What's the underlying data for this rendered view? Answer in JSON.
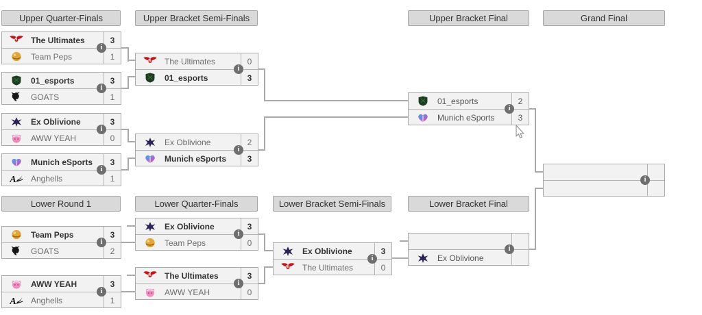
{
  "colors": {
    "line": "#a9a9a9",
    "match_bg": "#f2f2f2",
    "match_border": "#a9a9a9",
    "header_bg": "#d9d9d9",
    "winner_text": "#333333",
    "loser_text": "#6d6d6d"
  },
  "icons": {
    "info_glyph": "i"
  },
  "headers": {
    "uqf": "Upper Quarter-Finals",
    "ubsf": "Upper Bracket Semi-Finals",
    "ubf": "Upper Bracket Final",
    "gf": "Grand Final",
    "lr1": "Lower Round 1",
    "lqf": "Lower Quarter-Finals",
    "lbsf": "Lower Bracket Semi-Finals",
    "lbf": "Lower Bracket Final"
  },
  "teams": {
    "ultimates": {
      "name": "The Ultimates",
      "color": "#c3161c"
    },
    "peps": {
      "name": "Team Peps",
      "color": "#e2a63d",
      "color_dark": "#9a6b12"
    },
    "esports01": {
      "name": "01_esports",
      "color": "#1d3d20",
      "color_edge": "#3b6b3e"
    },
    "goats": {
      "name": "GOATS",
      "color": "#151515"
    },
    "oblivione": {
      "name": "Ex Oblivione",
      "color": "#2b2356"
    },
    "awwyeah": {
      "name": "AWW YEAH",
      "color": "#ef8cbd",
      "color_light": "#fbe3ee"
    },
    "munich": {
      "name": "Munich eSports",
      "color1": "#3fa9f5",
      "color2": "#ec3fae"
    },
    "anghells": {
      "name": "Anghells",
      "color": "#161616"
    }
  },
  "matches": {
    "ubqf1": {
      "top": {
        "name": "The Ultimates",
        "score": "3"
      },
      "bottom": {
        "name": "Team Peps",
        "score": "1"
      }
    },
    "ubqf2": {
      "top": {
        "name": "01_esports",
        "score": "3"
      },
      "bottom": {
        "name": "GOATS",
        "score": "1"
      }
    },
    "ubqf3": {
      "top": {
        "name": "Ex Oblivione",
        "score": "3"
      },
      "bottom": {
        "name": "AWW YEAH",
        "score": "0"
      }
    },
    "ubqf4": {
      "top": {
        "name": "Munich eSports",
        "score": "3"
      },
      "bottom": {
        "name": "Anghells",
        "score": "1"
      }
    },
    "ubsf1": {
      "top": {
        "name": "The Ultimates",
        "score": "0"
      },
      "bottom": {
        "name": "01_esports",
        "score": "3"
      }
    },
    "ubsf2": {
      "top": {
        "name": "Ex Oblivione",
        "score": "2"
      },
      "bottom": {
        "name": "Munich eSports",
        "score": "3"
      }
    },
    "ubf": {
      "top": {
        "name": "01_esports",
        "score": "2"
      },
      "bottom": {
        "name": "Munich eSports",
        "score": "3"
      }
    },
    "gf": {
      "top": {
        "name": "",
        "score": ""
      },
      "bottom": {
        "name": "",
        "score": ""
      }
    },
    "lr1m1": {
      "top": {
        "name": "Team Peps",
        "score": "3"
      },
      "bottom": {
        "name": "GOATS",
        "score": "2"
      }
    },
    "lr1m2": {
      "top": {
        "name": "AWW YEAH",
        "score": "3"
      },
      "bottom": {
        "name": "Anghells",
        "score": "1"
      }
    },
    "lqf1": {
      "top": {
        "name": "Ex Oblivione",
        "score": "3"
      },
      "bottom": {
        "name": "Team Peps",
        "score": "0"
      }
    },
    "lqf2": {
      "top": {
        "name": "The Ultimates",
        "score": "3"
      },
      "bottom": {
        "name": "AWW YEAH",
        "score": "0"
      }
    },
    "lbsf": {
      "top": {
        "name": "Ex Oblivione",
        "score": "3"
      },
      "bottom": {
        "name": "The Ultimates",
        "score": "0"
      }
    },
    "lbf": {
      "top": {
        "name": "",
        "score": ""
      },
      "bottom": {
        "name": "Ex Oblivione",
        "score": ""
      }
    }
  }
}
